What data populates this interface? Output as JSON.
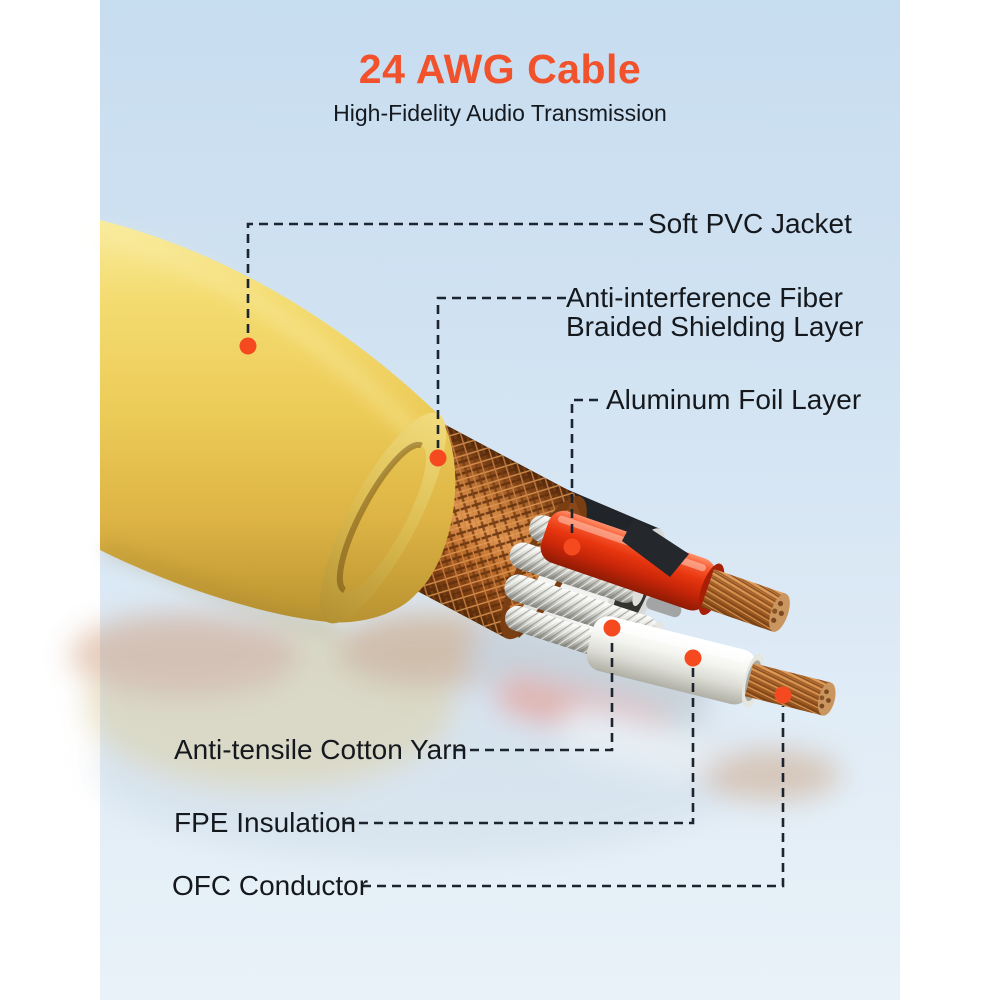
{
  "header": {
    "title": "24 AWG Cable",
    "subtitle": "High-Fidelity Audio Transmission"
  },
  "callouts": {
    "soft_pvc_jacket": {
      "label": "Soft PVC Jacket"
    },
    "braided_shielding": {
      "line1": "Anti-interference Fiber",
      "line2": "Braided Shielding Layer"
    },
    "aluminum_foil": {
      "label": "Aluminum Foil Layer"
    },
    "cotton_yarn": {
      "label": "Anti-tensile Cotton Yarn"
    },
    "fpe_insulation": {
      "label": "FPE Insulation"
    },
    "ofc_conductor": {
      "label": "OFC Conductor"
    }
  },
  "colors": {
    "accent_orange": "#F1512B",
    "dot_orange": "#F54A20",
    "callout_line": "#1C2430",
    "text_dark": "#15191E",
    "canvas_white": "#FFFFFF",
    "background_blue_top": "#C7DDF0",
    "background_blue_bottom": "#E9F2F8",
    "jacket_yellow": "#ECCB57",
    "shield_copper": "#C87E3C",
    "foil_silver": "#E9E9E7",
    "red_wire": "#E8360F",
    "insulation_white": "#F4F4F0",
    "conductor_copper": "#C67F40",
    "yarn_silver": "#D6D6D0"
  }
}
